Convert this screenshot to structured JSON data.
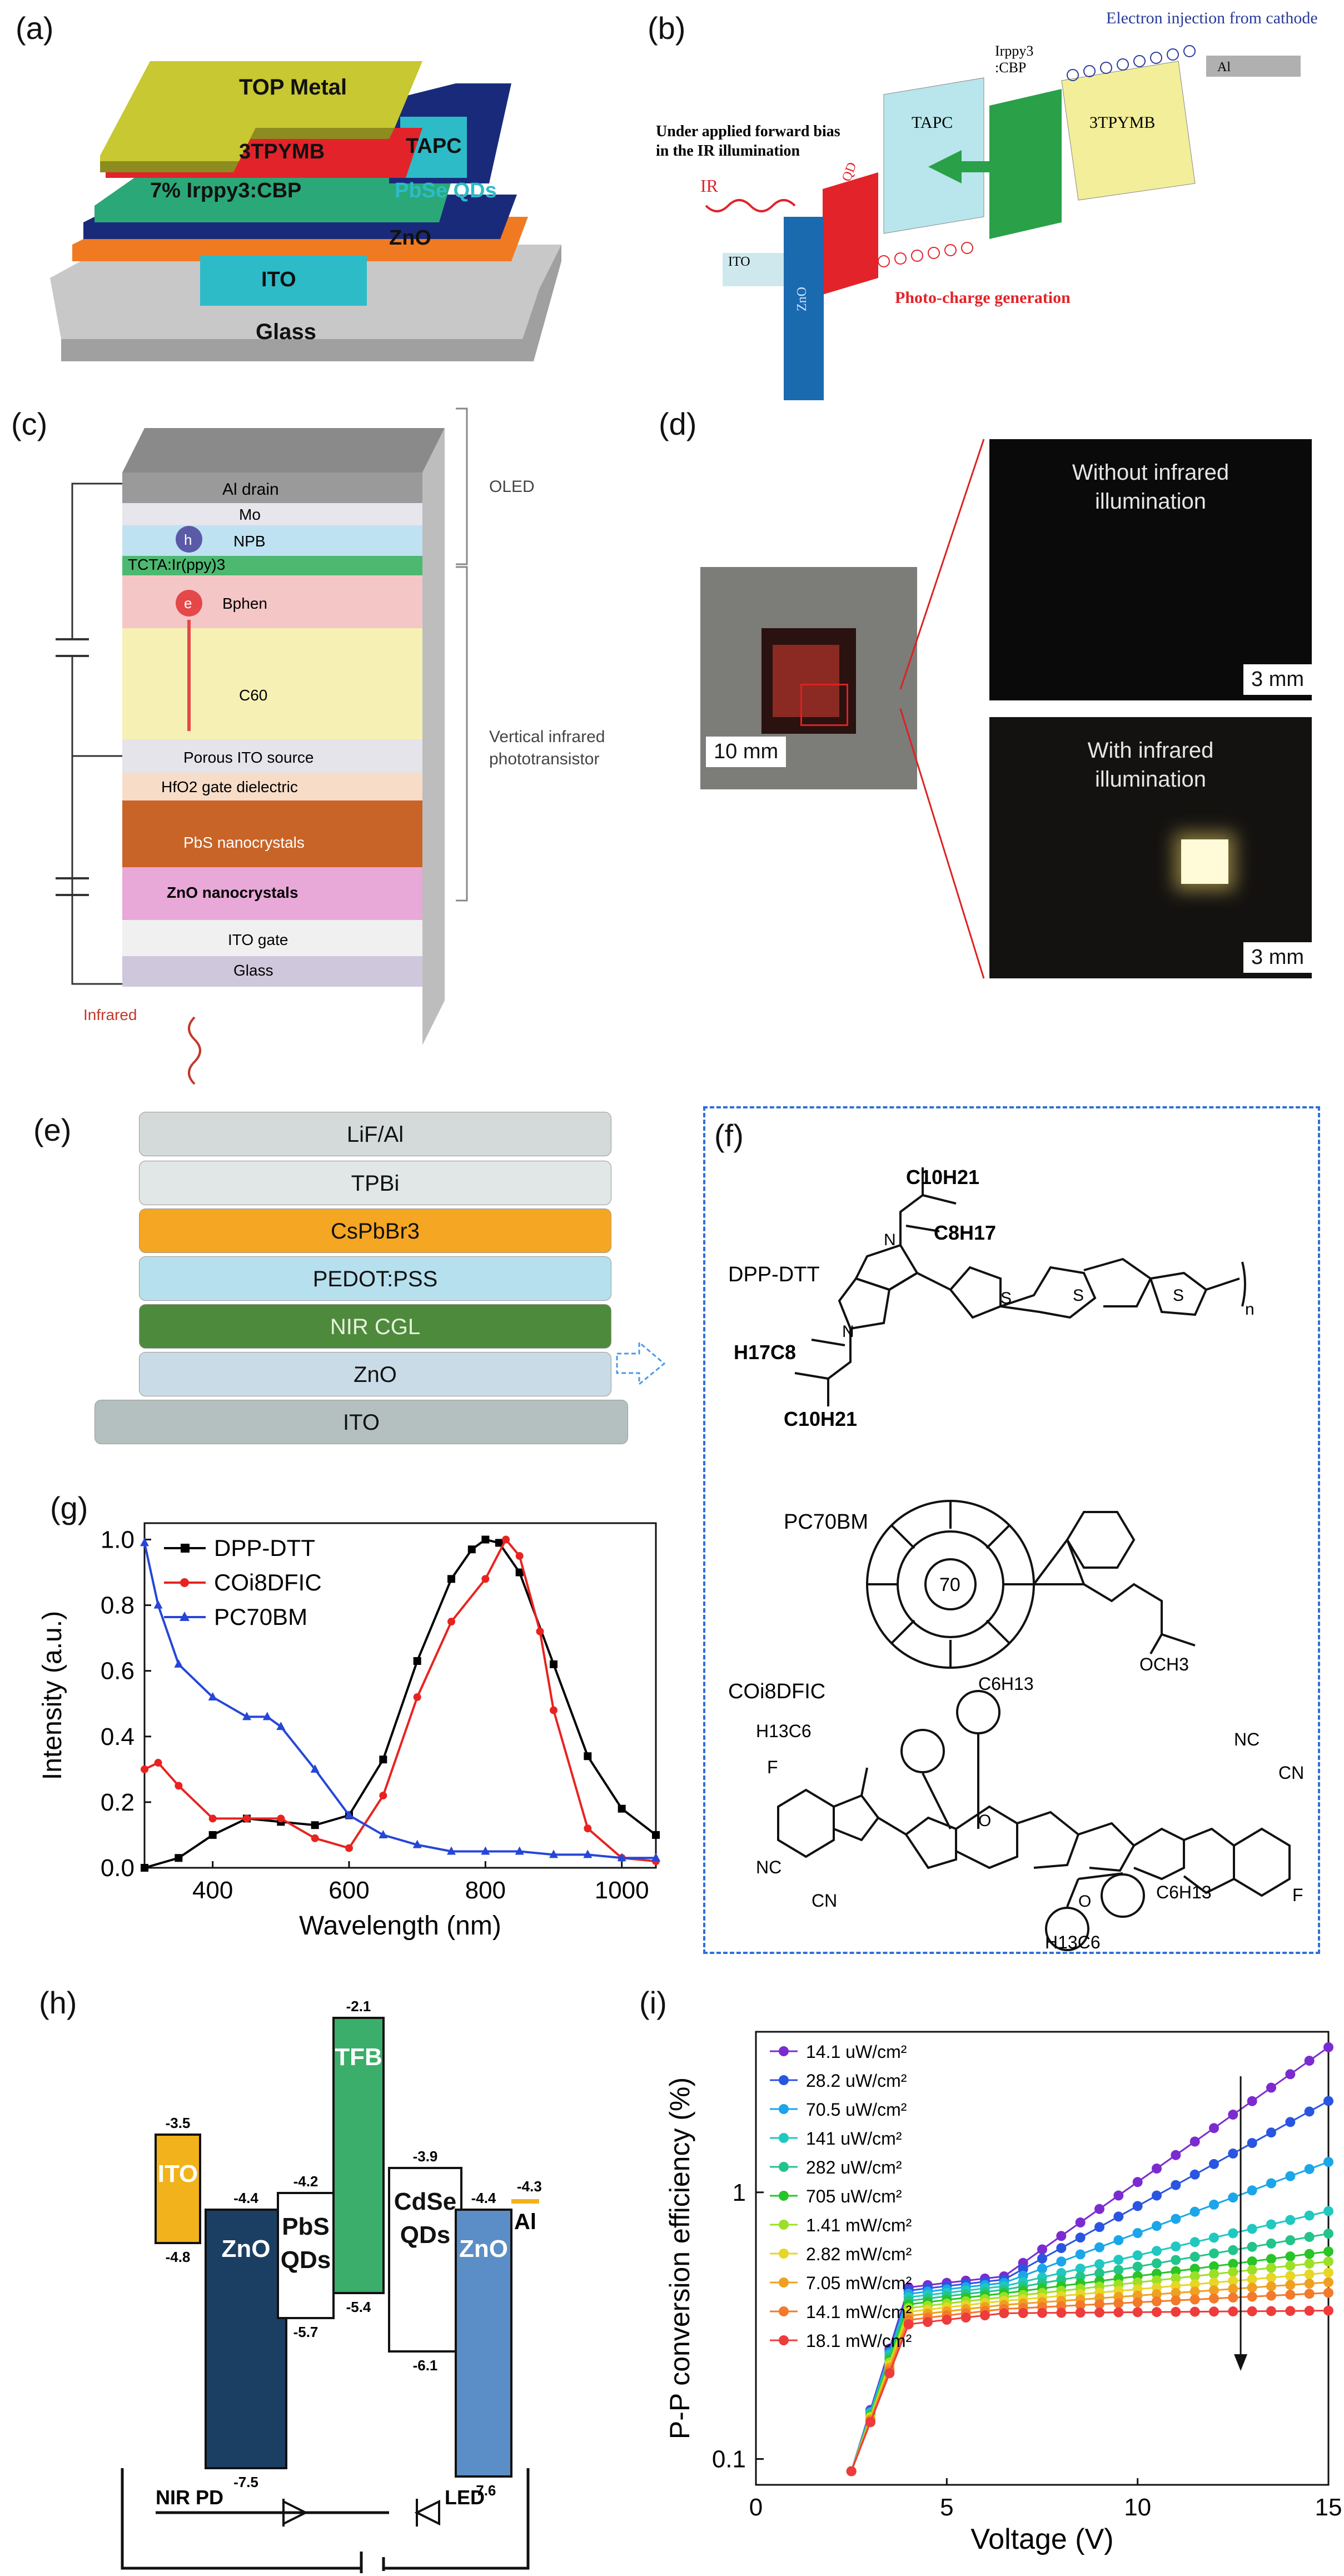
{
  "panels": {
    "a": {
      "label": "(a)",
      "layers": [
        "TOP Metal",
        "3TPYMB",
        "TAPC",
        "7% Irppy3:CBP",
        "PbSe QDs",
        "ZnO",
        "ITO",
        "Glass"
      ]
    },
    "b": {
      "label": "(b)",
      "title": "Electron injection from cathode",
      "al": "Al",
      "irppy": "Irppy3",
      "cbp": ":CBP",
      "tapc": "TAPC",
      "tpymb": "3TPYMB",
      "bias1": "Under applied forward bias",
      "bias2": "in the IR illumination",
      "ir": "IR",
      "ito": "ITO",
      "zno": "ZnO",
      "pbse": "PbSe QD",
      "photo": "Photo-charge generation"
    },
    "c": {
      "label": "(c)",
      "layers": [
        "Al drain",
        "Mo",
        "NPB",
        "TCTA:Ir(ppy)3",
        "Bphen",
        "C60",
        "Porous ITO source",
        "HfO2 gate dielectric",
        "PbS nanocrystals",
        "ZnO nanocrystals",
        "ITO gate",
        "Glass"
      ],
      "oled": "OLED",
      "vip1": "Vertical infrared",
      "vip2": "phototransistor",
      "infrared": "Infrared",
      "h": "h",
      "e": "e"
    },
    "d": {
      "label": "(d)",
      "without1": "Without infrared",
      "without2": "illumination",
      "with1": "With infrared",
      "with2": "illumination",
      "scale_small": "3 mm",
      "scale_big": "10 mm"
    },
    "e": {
      "label": "(e)",
      "layers": [
        "LiF/Al",
        "TPBi",
        "CsPbBr3",
        "PEDOT:PSS",
        "NIR CGL",
        "ZnO",
        "ITO"
      ]
    },
    "f": {
      "label": "(f)",
      "m1": "DPP-DTT",
      "m2": "PC70BM",
      "m3": "COi8DFIC",
      "c70": "70",
      "r1": "C10H21",
      "r2": "C8H17",
      "r3": "H17C8",
      "r4": "C10H21",
      "n": "n",
      "och3": "OCH3",
      "c6": "C6H13",
      "h13c6": "H13C6",
      "nc": "NC",
      "cn": "CN",
      "f": "F",
      "s": "S",
      "o": "O",
      "nat": "N"
    },
    "h": {
      "label": "(h)",
      "blocks": [
        {
          "name": "ITO",
          "top": "-3.5",
          "bot": "-4.8",
          "color": "#f2b21b"
        },
        {
          "name": "ZnO",
          "top": "-4.4",
          "bot": "-7.5",
          "color": "#1b3f63"
        },
        {
          "name": "PbS QDs",
          "top": "-4.2",
          "bot": "-5.7",
          "color": "#ffffff"
        },
        {
          "name": "TFB",
          "top": "-2.1",
          "bot": "-5.4",
          "color": "#3aae6a"
        },
        {
          "name": "CdSe QDs",
          "top": "-3.9",
          "bot": "-6.1",
          "color": "#ffffff"
        },
        {
          "name": "ZnO",
          "top": "-4.4",
          "bot": "-7.6",
          "color": "#5b8ec6"
        },
        {
          "name": "Al",
          "top": "-4.3",
          "bot": "",
          "color": "#f2b21b"
        }
      ],
      "pd": "NIR PD",
      "led": "LED"
    },
    "i": {
      "label": "(i)"
    }
  },
  "chart_g": {
    "type": "line",
    "xlabel": "Wavelength (nm)",
    "ylabel": "Intensity (a.u.)",
    "xlim": [
      300,
      1050
    ],
    "ylim": [
      0,
      1.05
    ],
    "xticks": [
      "400",
      "600",
      "800",
      "1000"
    ],
    "yticks": [
      "0.0",
      "0.2",
      "0.4",
      "0.6",
      "0.8",
      "1.0"
    ],
    "legend_position": "top-left",
    "series": [
      {
        "name": "DPP-DTT",
        "color": "#000000",
        "marker": "square",
        "x": [
          300,
          350,
          400,
          450,
          500,
          550,
          600,
          650,
          700,
          750,
          780,
          800,
          820,
          850,
          900,
          950,
          1000,
          1050
        ],
        "y": [
          0.0,
          0.03,
          0.1,
          0.15,
          0.14,
          0.13,
          0.16,
          0.33,
          0.63,
          0.88,
          0.97,
          1.0,
          0.99,
          0.9,
          0.62,
          0.34,
          0.18,
          0.1
        ]
      },
      {
        "name": "COi8DFIC",
        "color": "#e8231f",
        "marker": "circle",
        "x": [
          300,
          320,
          350,
          400,
          450,
          500,
          550,
          600,
          650,
          700,
          750,
          800,
          830,
          850,
          880,
          900,
          950,
          1000,
          1050
        ],
        "y": [
          0.3,
          0.32,
          0.25,
          0.15,
          0.15,
          0.15,
          0.09,
          0.06,
          0.22,
          0.52,
          0.75,
          0.88,
          1.0,
          0.95,
          0.72,
          0.48,
          0.12,
          0.03,
          0.02
        ]
      },
      {
        "name": "PC70BM",
        "color": "#2646d8",
        "marker": "triangle",
        "x": [
          300,
          320,
          350,
          400,
          450,
          480,
          500,
          550,
          600,
          650,
          700,
          750,
          800,
          850,
          900,
          950,
          1000,
          1050
        ],
        "y": [
          0.99,
          0.8,
          0.62,
          0.52,
          0.46,
          0.46,
          0.43,
          0.3,
          0.16,
          0.1,
          0.07,
          0.05,
          0.05,
          0.05,
          0.04,
          0.04,
          0.03,
          0.03
        ]
      }
    ]
  },
  "chart_i": {
    "type": "scatter",
    "xlabel": "Voltage (V)",
    "ylabel": "P-P conversion efficiency (%)",
    "xlim": [
      0,
      15
    ],
    "ylim": [
      0.08,
      4
    ],
    "yscale": "log",
    "xticks": [
      "0",
      "5",
      "10",
      "15"
    ],
    "yticks": [
      "0.1",
      "1"
    ],
    "legend_position": "top-left",
    "series": [
      {
        "name": "14.1 uW/cm²",
        "color": "#7b2bd0",
        "high": 3.5
      },
      {
        "name": "28.2 uW/cm²",
        "color": "#2a55e0",
        "high": 2.2
      },
      {
        "name": "70.5 uW/cm²",
        "color": "#1aa6e8",
        "high": 1.3
      },
      {
        "name": "141 uW/cm²",
        "color": "#20c8c0",
        "high": 0.85
      },
      {
        "name": "282 uW/cm²",
        "color": "#22c48a",
        "high": 0.7
      },
      {
        "name": "705 uW/cm²",
        "color": "#28c428",
        "high": 0.6
      },
      {
        "name": "1.41 mW/cm²",
        "color": "#9be024",
        "high": 0.55
      },
      {
        "name": "2.82 mW/cm²",
        "color": "#e6d626",
        "high": 0.5
      },
      {
        "name": "7.05 mW/cm²",
        "color": "#f0a020",
        "high": 0.46
      },
      {
        "name": "14.1 mW/cm²",
        "color": "#f27a2a",
        "high": 0.42
      },
      {
        "name": "18.1 mW/cm²",
        "color": "#ee3b3b",
        "high": 0.36
      }
    ]
  }
}
